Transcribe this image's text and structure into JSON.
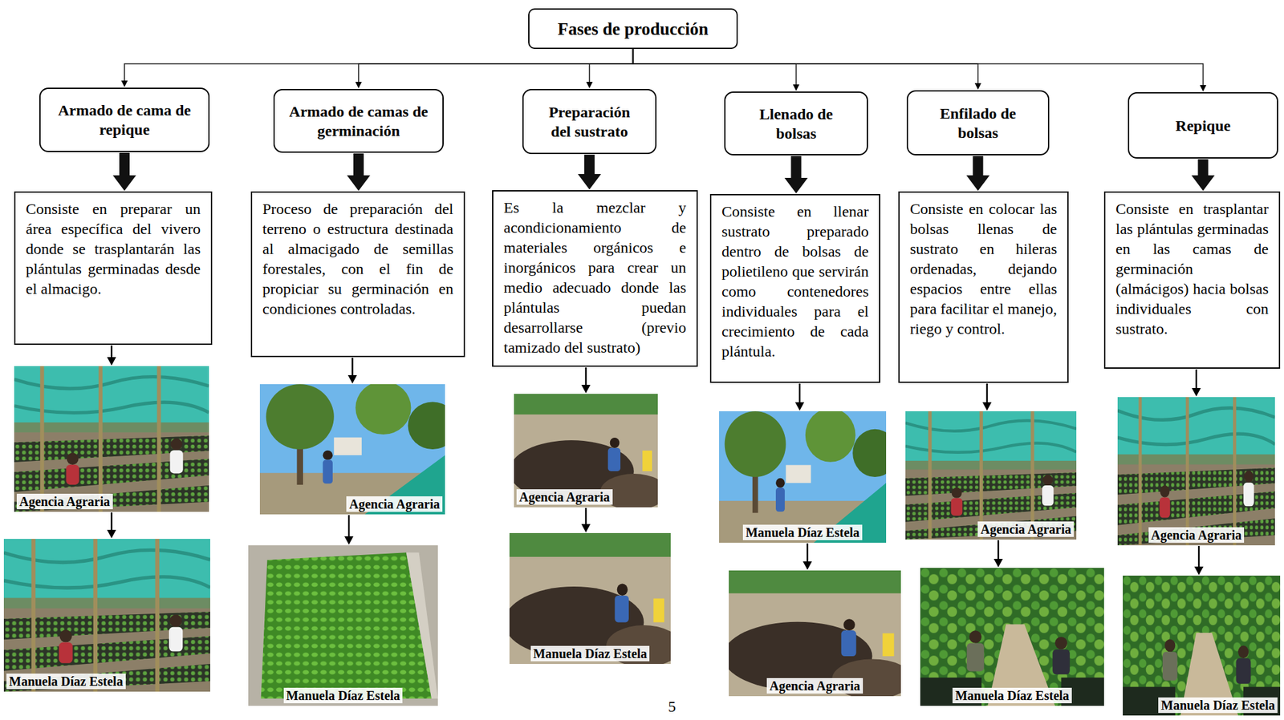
{
  "diagram": {
    "nodes": [
      {
        "text": [
          "Fases de producción"
        ]
      },
      {
        "text": [
          "Armado de cama de repique"
        ]
      },
      {
        "text": [
          "Consiste en preparar un área específica del vivero donde se trasplantarán las plántulas germinadas desde el almacigo."
        ]
      },
      {
        "text": [
          "Agencia Agraria"
        ]
      },
      {
        "text": [
          "Manuela Díaz Estela"
        ]
      },
      {
        "text": [
          "Armado de camas de germinación"
        ]
      },
      {
        "text": [
          "Proceso de preparación del terreno o estructura destinada al almacigado de semillas forestales, con el fin de propiciar su germinación en condiciones controladas."
        ]
      },
      {
        "text": [
          "Agencia Agraria"
        ]
      },
      {
        "text": [
          "Manuela Díaz Estela"
        ]
      },
      {
        "text": [
          "Preparación del sustrato"
        ]
      },
      {
        "text": [
          "Es la mezclar y acondicionamiento de materiales orgánicos e inorgánicos para crear un medio adecuado donde las plántulas puedan desarrollarse (previo tamizado del sustrato)"
        ]
      },
      {
        "text": [
          "Agencia Agraria"
        ]
      },
      {
        "text": [
          "Manuela Díaz Estela"
        ]
      },
      {
        "text": [
          "Llenado de bolsas"
        ]
      },
      {
        "text": [
          "Consiste en llenar sustrato preparado dentro de bolsas de polietileno que servirán como contenedores individuales para el crecimiento de cada plántula."
        ]
      },
      {
        "text": [
          "Manuela Díaz Estela"
        ]
      },
      {
        "text": [
          "Agencia Agraria"
        ]
      },
      {
        "text": [
          "Enfilado de bolsas"
        ]
      },
      {
        "text": [
          "Consiste en colocar las bolsas llenas de sustrato en hileras ordenadas, dejando espacios entre ellas para facilitar el manejo, riego y control."
        ]
      },
      {
        "text": [
          "Agencia Agraria"
        ]
      },
      {
        "text": [
          "Manuela Díaz Estela"
        ]
      },
      {
        "text": [
          "Repique"
        ]
      },
      {
        "text": [
          "Consiste en trasplantar las plántulas germinadas en las camas de germinación (almácigos) hacia bolsas individuales con sustrato."
        ]
      },
      {
        "text": [
          "Agencia Agraria"
        ]
      },
      {
        "text": [
          "Manuela Díaz Estela"
        ]
      }
    ],
    "edges": [
      {
        "from": 0,
        "to": 1,
        "arrow": "to"
      },
      {
        "from": 0,
        "to": 5,
        "arrow": "to"
      },
      {
        "from": 0,
        "to": 9,
        "arrow": "to"
      },
      {
        "from": 0,
        "to": 13,
        "arrow": "to"
      },
      {
        "from": 0,
        "to": 17,
        "arrow": "to"
      },
      {
        "from": 0,
        "to": 21,
        "arrow": "to"
      },
      {
        "from": 1,
        "to": 2,
        "arrow": "to"
      },
      {
        "from": 2,
        "to": 3,
        "arrow": "to"
      },
      {
        "from": 3,
        "to": 4,
        "arrow": "to"
      },
      {
        "from": 5,
        "to": 6,
        "arrow": "to"
      },
      {
        "from": 6,
        "to": 7,
        "arrow": "to"
      },
      {
        "from": 7,
        "to": 8,
        "arrow": "to"
      },
      {
        "from": 9,
        "to": 10,
        "arrow": "to"
      },
      {
        "from": 10,
        "to": 11,
        "arrow": "to"
      },
      {
        "from": 11,
        "to": 12,
        "arrow": "to"
      },
      {
        "from": 13,
        "to": 14,
        "arrow": "to"
      },
      {
        "from": 14,
        "to": 15,
        "arrow": "to"
      },
      {
        "from": 15,
        "to": 16,
        "arrow": "to"
      },
      {
        "from": 17,
        "to": 18,
        "arrow": "to"
      },
      {
        "from": 18,
        "to": 19,
        "arrow": "to"
      },
      {
        "from": 19,
        "to": 20,
        "arrow": "to"
      },
      {
        "from": 21,
        "to": 22,
        "arrow": "to"
      },
      {
        "from": 22,
        "to": 23,
        "arrow": "to"
      },
      {
        "from": 23,
        "to": 24,
        "arrow": "to"
      }
    ],
    "labels": [
      "5"
    ]
  }
}
